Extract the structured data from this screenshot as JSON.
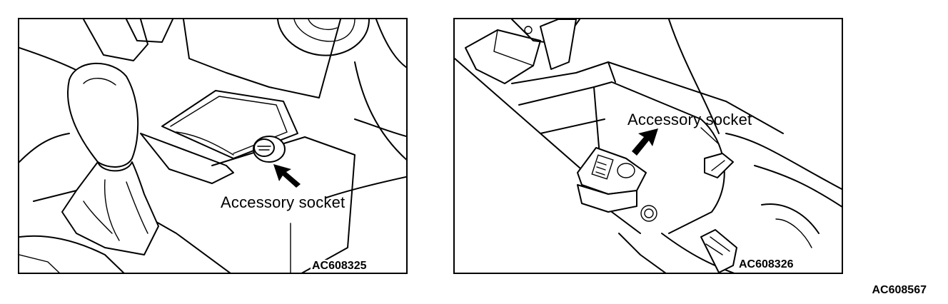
{
  "figures": [
    {
      "callout_label": "Accessory socket",
      "figure_code": "AC608325",
      "icon": "gear-shift-console-illustration"
    },
    {
      "callout_label": "Accessory socket",
      "figure_code": "AC608326",
      "icon": "center-console-box-illustration"
    }
  ],
  "page_code": "AC608567"
}
